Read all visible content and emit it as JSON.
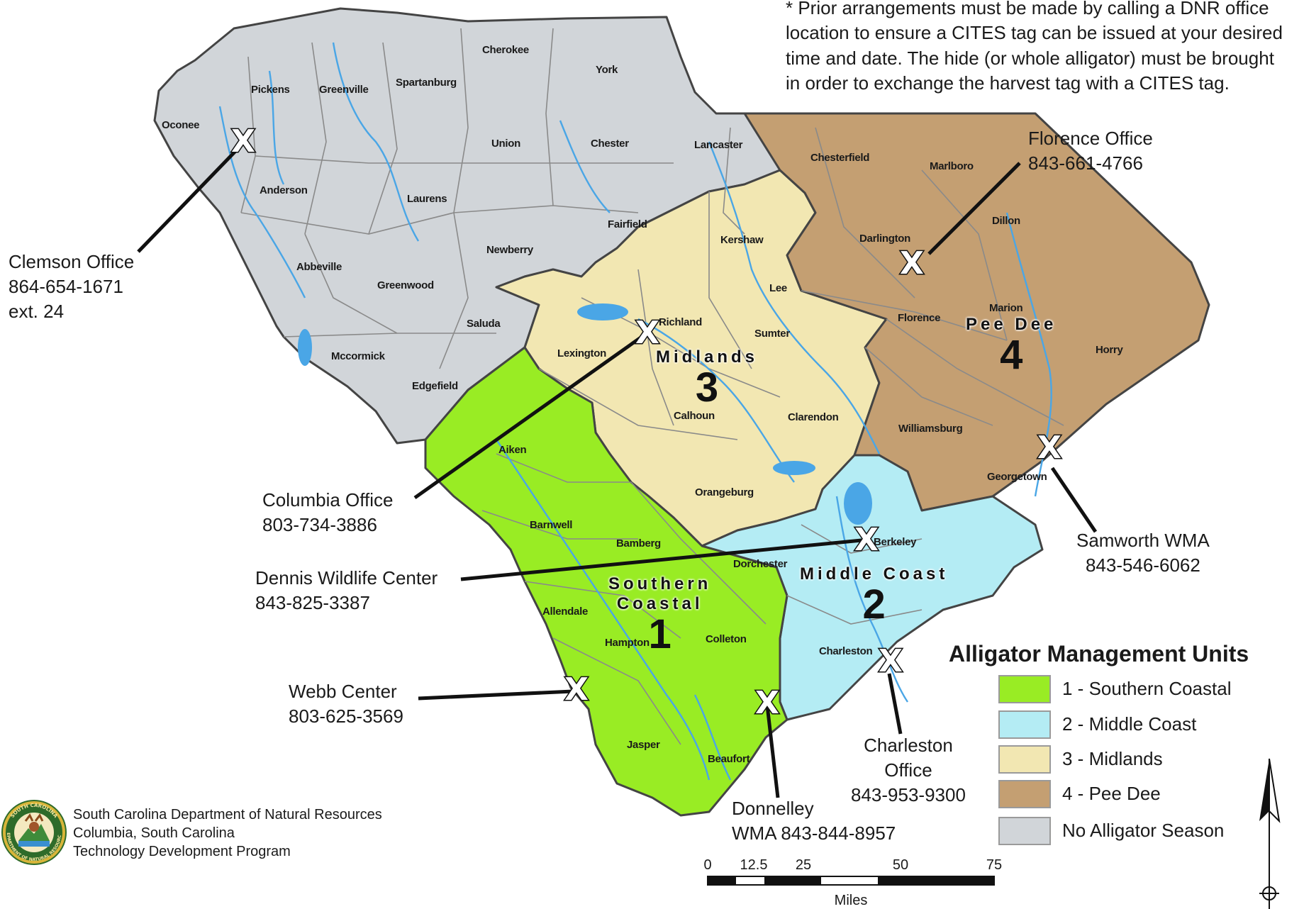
{
  "note": {
    "lines": [
      "* Prior arrangements must be made by calling a DNR office",
      "location to ensure a CITES tag  can be issued at your desired",
      "time and date. The hide (or whole alligator) must be brought",
      "in order to exchange the harvest tag with a CITES tag."
    ]
  },
  "colors": {
    "southern_coastal": "#99ec24",
    "middle_coast": "#b4ecf4",
    "midlands": "#f2e7b2",
    "pee_dee": "#c49f72",
    "no_season": "#d1d5d9",
    "county_border": "#8a8a8a",
    "outline": "#444444",
    "river": "#4aa6e6"
  },
  "counties": [
    "Oconee",
    "Pickens",
    "Greenville",
    "Spartanburg",
    "Cherokee",
    "York",
    "Anderson",
    "Union",
    "Chester",
    "Lancaster",
    "Laurens",
    "Fairfield",
    "Abbeville",
    "Greenwood",
    "Newberry",
    "Mccormick",
    "Saluda",
    "Edgefield",
    "Chesterfield",
    "Marlboro",
    "Dillon",
    "Darlington",
    "Lee",
    "Marion",
    "Florence",
    "Horry",
    "Williamsburg",
    "Georgetown",
    "Kershaw",
    "Richland",
    "Sumter",
    "Lexington",
    "Calhoun",
    "Clarendon",
    "Orangeburg",
    "Aiken",
    "Barnwell",
    "Bamberg",
    "Dorchester",
    "Berkeley",
    "Allendale",
    "Hampton",
    "Colleton",
    "Charleston",
    "Jasper",
    "Beaufort"
  ],
  "units": [
    {
      "lines": [
        "Pee Dee"
      ],
      "number": "4"
    },
    {
      "lines": [
        "Midlands"
      ],
      "number": "3"
    },
    {
      "lines": [
        "Middle Coast"
      ],
      "number": "2"
    },
    {
      "lines": [
        "Southern",
        "Coastal"
      ],
      "number": "1"
    }
  ],
  "offices": [
    {
      "name": "Clemson Office",
      "lines": [
        "864-654-1671",
        "ext. 24"
      ]
    },
    {
      "name": "Florence Office",
      "lines": [
        "843-661-4766"
      ]
    },
    {
      "name": "Columbia Office",
      "lines": [
        "803-734-3886"
      ]
    },
    {
      "name": "Dennis Wildlife Center",
      "lines": [
        "843-825-3387"
      ]
    },
    {
      "name": "Samworth WMA",
      "lines": [
        "843-546-6062"
      ]
    },
    {
      "name": "Webb Center",
      "lines": [
        "803-625-3569"
      ]
    },
    {
      "name": "Charleston",
      "lines": [
        "Office",
        "843-953-9300"
      ]
    },
    {
      "name": "Donnelley",
      "lines": [
        "WMA 843-844-8957"
      ]
    }
  ],
  "marker_symbol": "X",
  "legend": {
    "title": "Alligator Management Units",
    "items": [
      "1 - Southern Coastal",
      "2 - Middle Coast",
      "3 - Midlands",
      "4 - Pee Dee",
      "No Alligator Season"
    ]
  },
  "scale": {
    "ticks": [
      "0",
      "12.5",
      "25",
      "50",
      "75"
    ],
    "unit": "Miles"
  },
  "agency": {
    "lines": [
      "South Carolina Department of Natural Resources",
      "Columbia, South Carolina",
      "Technology Development Program"
    ],
    "seal_top": "SOUTH CAROLINA",
    "seal_bottom": "DEPARTMENT OF NATURAL RESOURCES"
  }
}
